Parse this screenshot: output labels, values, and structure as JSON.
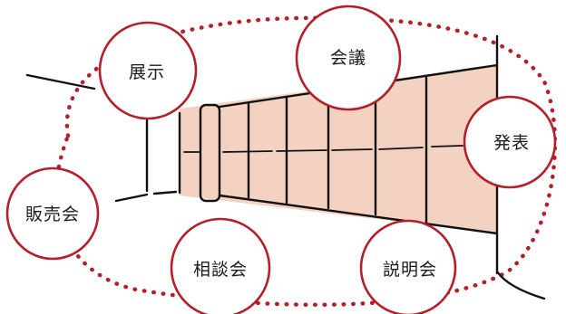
{
  "colors": {
    "dotted_ring": "#b3202a",
    "circle_outline": "#b3202a",
    "hall_fill": "#f4d2c2",
    "ink": "#111111"
  },
  "bubbles": [
    {
      "id": "exhibition",
      "label": "展示"
    },
    {
      "id": "meeting",
      "label": "会議"
    },
    {
      "id": "presentation",
      "label": "発表"
    },
    {
      "id": "sales-event",
      "label": "販売会"
    },
    {
      "id": "consultation",
      "label": "相談会"
    },
    {
      "id": "briefing",
      "label": "説明会"
    }
  ]
}
